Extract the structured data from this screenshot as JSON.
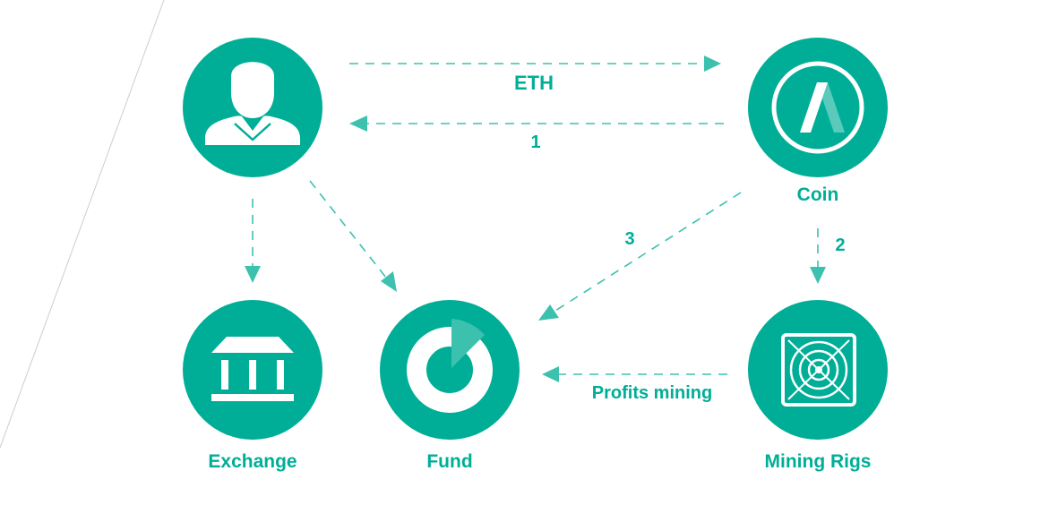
{
  "colors": {
    "primary": "#00AE97",
    "arrow": "#3CC1AF",
    "icon": "#ffffff",
    "decor_line": "#c9ced2"
  },
  "nodes": {
    "user": {
      "label": "",
      "icon": "user-icon"
    },
    "coin": {
      "label": "Coin",
      "icon": "coin-logo-icon"
    },
    "exchange": {
      "label": "Exchange",
      "icon": "bank-icon"
    },
    "fund": {
      "label": "Fund",
      "icon": "pie-chart-icon"
    },
    "mining_rigs": {
      "label": "Mining Rigs",
      "icon": "fan-icon"
    }
  },
  "edges": {
    "user_to_coin": {
      "label": "ETH"
    },
    "coin_to_user": {
      "label": "1"
    },
    "coin_to_mining_rigs": {
      "label": "2"
    },
    "coin_to_fund": {
      "label": "3"
    },
    "mining_rigs_to_fund": {
      "label": "Profits mining"
    },
    "user_to_exchange": {
      "label": ""
    },
    "user_to_fund": {
      "label": ""
    }
  }
}
